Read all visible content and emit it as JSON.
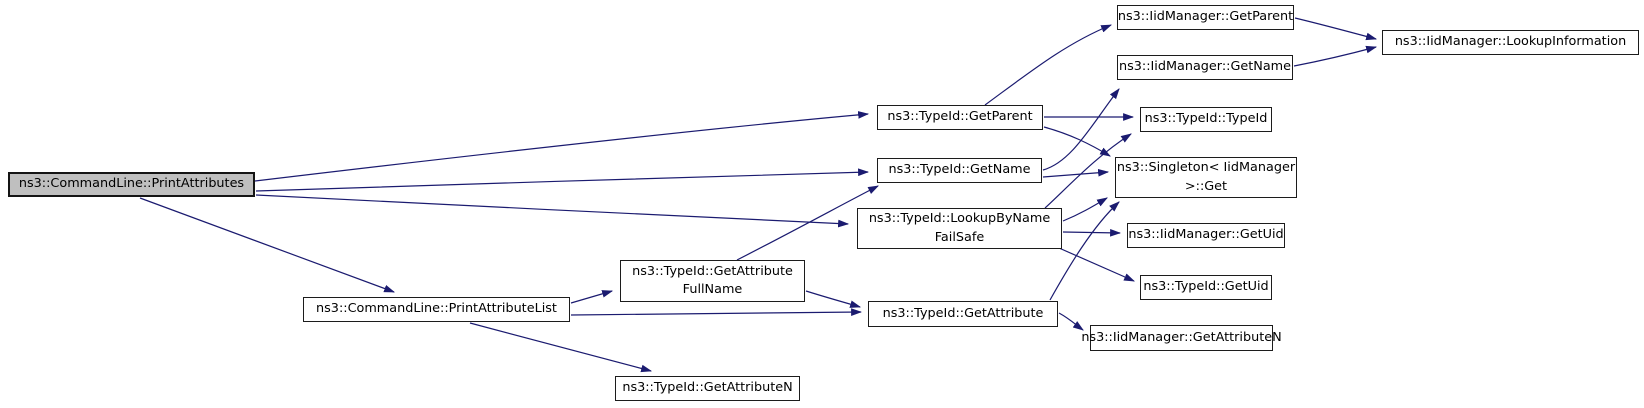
{
  "diagram": {
    "kind": "doxygen-call-graph",
    "root_function": "ns3::CommandLine::PrintAttributes",
    "colors": {
      "edge": "#1b1b70",
      "node_fill": "#ffffff",
      "node_border": "#1c1c1c",
      "root_fill": "#bfbfbf",
      "background": "#ffffff"
    },
    "nodes": [
      {
        "id": "commandline-printattributes",
        "label": "ns3::CommandLine::PrintAttributes"
      },
      {
        "id": "iidmanager-getparent",
        "label": "ns3::IidManager::GetParent"
      },
      {
        "id": "iidmanager-lookupinformation",
        "label": "ns3::IidManager::LookupInformation"
      },
      {
        "id": "iidmanager-getname",
        "label": "ns3::IidManager::GetName"
      },
      {
        "id": "typeid-getparent",
        "label": "ns3::TypeId::GetParent"
      },
      {
        "id": "typeid-typeid",
        "label": "ns3::TypeId::TypeId"
      },
      {
        "id": "typeid-getname",
        "label": "ns3::TypeId::GetName"
      },
      {
        "id": "singleton-get",
        "label": "ns3::Singleton< IidManager\n>::Get"
      },
      {
        "id": "typeid-lookupbynamefailsafe",
        "label": "ns3::TypeId::LookupByName\nFailSafe"
      },
      {
        "id": "iidmanager-getuid",
        "label": "ns3::IidManager::GetUid"
      },
      {
        "id": "typeid-getuid",
        "label": "ns3::TypeId::GetUid"
      },
      {
        "id": "typeid-getattributefullname",
        "label": "ns3::TypeId::GetAttribute\nFullName"
      },
      {
        "id": "commandline-printattributelist",
        "label": "ns3::CommandLine::PrintAttributeList"
      },
      {
        "id": "typeid-getattribute",
        "label": "ns3::TypeId::GetAttribute"
      },
      {
        "id": "iidmanager-getattributen",
        "label": "ns3::IidManager::GetAttributeN"
      },
      {
        "id": "typeid-getattributen",
        "label": "ns3::TypeId::GetAttributeN"
      }
    ],
    "edges": [
      {
        "from": "commandline-printattributes",
        "to": "typeid-getparent"
      },
      {
        "from": "commandline-printattributes",
        "to": "typeid-getname"
      },
      {
        "from": "commandline-printattributes",
        "to": "typeid-lookupbynamefailsafe"
      },
      {
        "from": "commandline-printattributes",
        "to": "commandline-printattributelist"
      },
      {
        "from": "typeid-getparent",
        "to": "iidmanager-getparent"
      },
      {
        "from": "typeid-getparent",
        "to": "typeid-typeid"
      },
      {
        "from": "typeid-getparent",
        "to": "singleton-get"
      },
      {
        "from": "iidmanager-getparent",
        "to": "iidmanager-lookupinformation"
      },
      {
        "from": "iidmanager-getname",
        "to": "iidmanager-lookupinformation"
      },
      {
        "from": "typeid-getname",
        "to": "iidmanager-getname"
      },
      {
        "from": "typeid-getname",
        "to": "singleton-get"
      },
      {
        "from": "typeid-lookupbynamefailsafe",
        "to": "typeid-typeid"
      },
      {
        "from": "typeid-lookupbynamefailsafe",
        "to": "singleton-get"
      },
      {
        "from": "typeid-lookupbynamefailsafe",
        "to": "iidmanager-getuid"
      },
      {
        "from": "typeid-lookupbynamefailsafe",
        "to": "typeid-getuid"
      },
      {
        "from": "commandline-printattributelist",
        "to": "typeid-getattributefullname"
      },
      {
        "from": "commandline-printattributelist",
        "to": "typeid-getattribute"
      },
      {
        "from": "commandline-printattributelist",
        "to": "typeid-getattributen"
      },
      {
        "from": "typeid-getattributefullname",
        "to": "typeid-getname"
      },
      {
        "from": "typeid-getattributefullname",
        "to": "typeid-getattribute"
      },
      {
        "from": "typeid-getattribute",
        "to": "singleton-get"
      },
      {
        "from": "typeid-getattribute",
        "to": "iidmanager-getattributen"
      }
    ]
  }
}
